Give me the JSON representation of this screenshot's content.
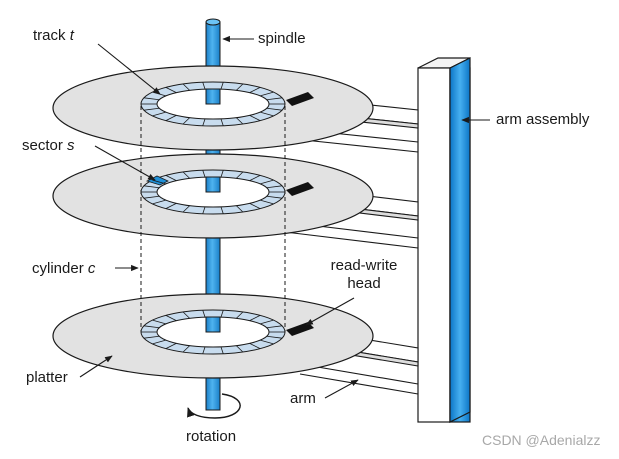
{
  "labels": {
    "track": {
      "text": "track",
      "var": "t"
    },
    "spindle": "spindle",
    "arm_assembly": "arm assembly",
    "sector": {
      "text": "sector",
      "var": "s"
    },
    "cylinder": {
      "text": "cylinder",
      "var": "c"
    },
    "read_write_head_line1": "read-write",
    "read_write_head_line2": "head",
    "platter": "platter",
    "arm": "arm",
    "rotation": "rotation"
  },
  "watermark": "CSDN @Adenialzz",
  "colors": {
    "platter": "#e2e2e2",
    "platter_stroke": "#1a1a1a",
    "track_ring": "#c8dcee",
    "sector_highlight": "#1f8fd6",
    "spindle": "#2d9be0",
    "assembly_light": "#3aa6e6",
    "assembly_dark": "#0c75c6",
    "head": "#111111"
  },
  "icons": {
    "rotation": "curved-arrow-icon"
  }
}
